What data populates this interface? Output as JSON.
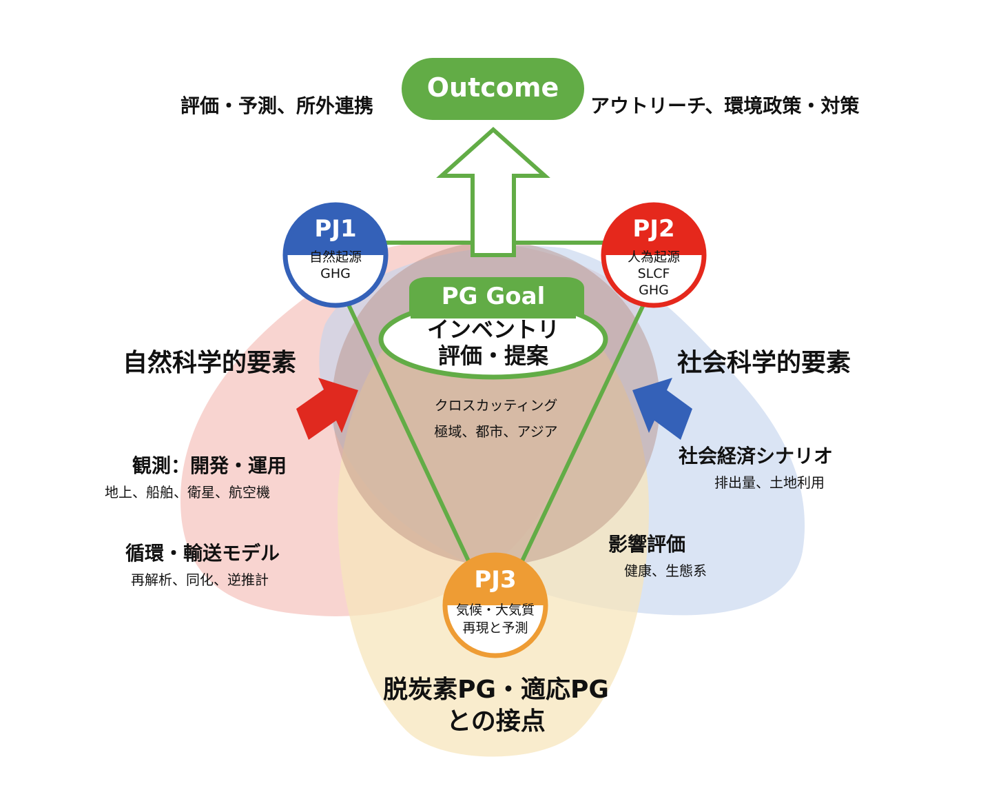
{
  "outcome": {
    "label": "Outcome",
    "left_text": "評価・予測、所外連携",
    "right_text": "アウトリーチ、環境政策・対策"
  },
  "goal": {
    "label": "PG Goal",
    "line1": "インベントリ",
    "line2": "評価・提案",
    "cross_line1": "クロスカッティング",
    "cross_line2": "極域、都市、アジア"
  },
  "pj1": {
    "label": "PJ1",
    "line1": "自然起源",
    "line2": "GHG"
  },
  "pj2": {
    "label": "PJ2",
    "line1": "人為起源",
    "line2": "SLCF",
    "line3": "GHG"
  },
  "pj3": {
    "label": "PJ3",
    "line1": "気候・大気質",
    "line2": "再現と予測"
  },
  "natural": {
    "title": "自然科学的要素",
    "obs_title": "観測：開発・運用",
    "obs_sub": "地上、船舶、衛星、航空機",
    "model_title": "循環・輸送モデル",
    "model_sub": "再解析、同化、逆推計"
  },
  "social": {
    "title": "社会科学的要素",
    "scen_title": "社会経済シナリオ",
    "scen_sub": "排出量、土地利用",
    "impact_title": "影響評価",
    "impact_sub": "健康、生態系"
  },
  "bottom": {
    "line1": "脱炭素PG・適応PG",
    "line2": "との接点"
  },
  "colors": {
    "green": "#62ac46",
    "pj1_blue": "#3461b8",
    "pj2_red": "#e5281c",
    "pj3_orange": "#ee9c34",
    "red_blob": "#f4b8b0",
    "blue_blob": "#c3d3ee",
    "yellow_blob": "#f7e6bc",
    "arrow_red": "#e0291f",
    "arrow_blue": "#3461b8"
  },
  "icons": [
    "up-arrow-icon",
    "right-arrow-icon",
    "left-arrow-icon"
  ]
}
